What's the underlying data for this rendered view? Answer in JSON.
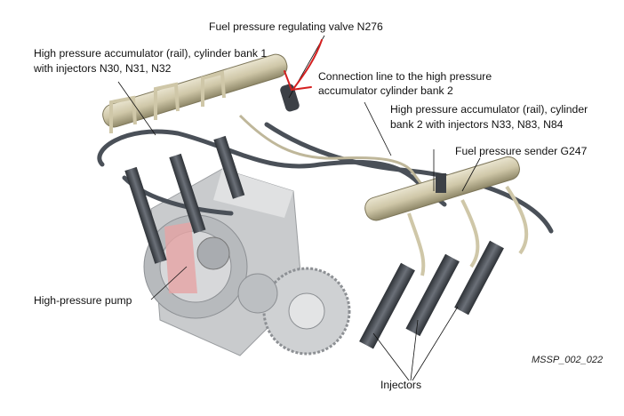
{
  "labels": {
    "regulating_valve": "Fuel pressure regulating valve N276",
    "rail_bank1_line1": "High pressure accumulator (rail), cylinder bank 1",
    "rail_bank1_line2": "with injectors N30, N31, N32",
    "connection_line1": "Connection line to the high pressure",
    "connection_line2": "accumulator cylinder bank 2",
    "rail_bank2_line1": "High pressure accumulator (rail), cylinder",
    "rail_bank2_line2": "bank 2 with injectors N33, N83, N84",
    "pressure_sender": "Fuel pressure sender G247",
    "pump": "High-pressure pump",
    "injectors": "Injectors",
    "figure_code": "MSSP_002_022"
  },
  "colors": {
    "annotation_arrow": "#d42020",
    "rail": "#cfc7a8",
    "pipe": "#4a5058",
    "pump": "#c9cbcd",
    "pump_cutaway": "#e6a4a4"
  }
}
